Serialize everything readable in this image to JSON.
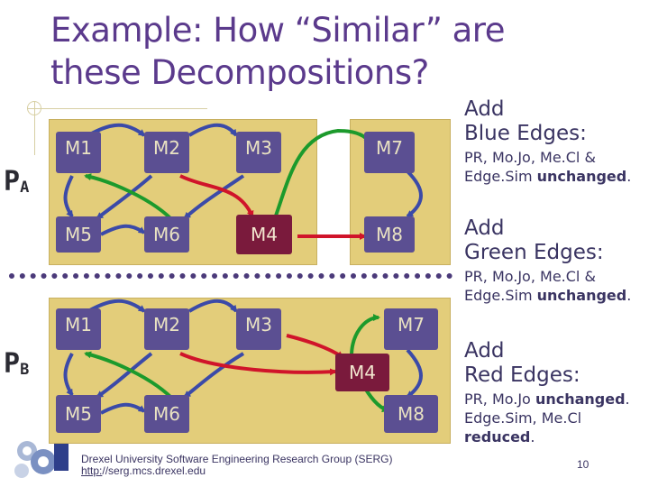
{
  "title": {
    "line1": "Example: How “Similar” are",
    "line2": "these Decompositions?"
  },
  "partition_a": {
    "label": "P",
    "sub": "A",
    "modules": [
      "M1",
      "M2",
      "M3",
      "M7",
      "M5",
      "M6",
      "M4",
      "M8"
    ]
  },
  "partition_b": {
    "label": "P",
    "sub": "B",
    "modules": [
      "M1",
      "M2",
      "M3",
      "M7",
      "M4",
      "M5",
      "M6",
      "M8"
    ]
  },
  "notes": [
    {
      "heading_1": "Add",
      "heading_2": "Blue Edges:",
      "body_1": "PR, Mo.Jo, Me.Cl &",
      "body_2a": "Edge.Sim ",
      "body_2b": "unchanged",
      "body_2c": "."
    },
    {
      "heading_1": "Add",
      "heading_2": "Green Edges:",
      "body_1": "PR, Mo.Jo, Me.Cl &",
      "body_2a": "Edge.Sim ",
      "body_2b": "unchanged",
      "body_2c": "."
    },
    {
      "heading_1": "Add",
      "heading_2": "Red Edges:",
      "body_1a": "PR, Mo.Jo ",
      "body_1b": "unchanged",
      "body_1c": ".",
      "body_2": "Edge.Sim, Me.Cl",
      "body_3a": "reduced",
      "body_3b": "."
    }
  ],
  "footer": {
    "group": "Drexel University Software Engineering Research Group (SERG)",
    "url_prefix": "http:",
    "url_rest": "//serg.mcs.drexel.edu"
  },
  "page_number": "10",
  "colors": {
    "panel": "#e3cd7a",
    "module": "#5b4f92",
    "module_red": "#7a1a3c",
    "blue_edge": "#3b4aa8",
    "green_edge": "#1c9a2c",
    "red_edge": "#d0142a",
    "title": "#5b3a8c"
  }
}
